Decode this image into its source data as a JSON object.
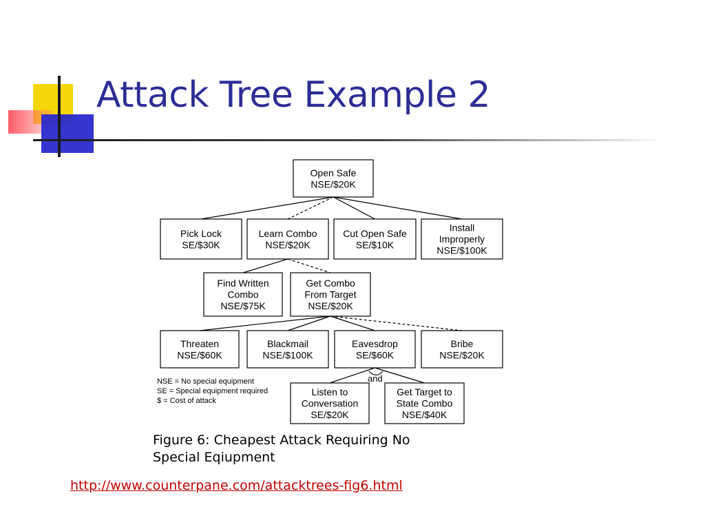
{
  "slide": {
    "title": "Attack Tree Example 2",
    "link_text": "http://www.counterpane.com/attacktrees-fig6.html"
  },
  "tree": {
    "nodes": {
      "open_safe": [
        "Open Safe",
        "NSE/$20K"
      ],
      "pick_lock": [
        "Pick Lock",
        "SE/$30K"
      ],
      "learn_combo": [
        "Learn Combo",
        "NSE/$20K"
      ],
      "cut_open_safe": [
        "Cut Open Safe",
        "SE/$10K"
      ],
      "install_improperly": [
        "Install",
        "Improperly",
        "NSE/$100K"
      ],
      "find_written_combo": [
        "Find Written",
        "Combo",
        "NSE/$75K"
      ],
      "get_combo_from_target": [
        "Get Combo",
        "From Target",
        "NSE/$20K"
      ],
      "threaten": [
        "Threaten",
        "NSE/$60K"
      ],
      "blackmail": [
        "Blackmail",
        "NSE/$100K"
      ],
      "eavesdrop": [
        "Eavesdrop",
        "SE/$60K"
      ],
      "bribe": [
        "Bribe",
        "NSE/$20K"
      ],
      "listen_to_conversation": [
        "Listen to",
        "Conversation",
        "SE/$20K"
      ],
      "get_target_to_state_combo": [
        "Get Target to",
        "State Combo",
        "NSE/$40K"
      ]
    },
    "and_label": "and",
    "legend": [
      "NSE = No special equipment",
      "SE = Special equipment required",
      "$ = Cost of attack"
    ],
    "caption": [
      "Figure 6: Cheapest Attack Requiring No",
      "Special Eqiupment"
    ]
  },
  "colors": {
    "title": "#2d2d96",
    "link": "#c00000",
    "accent_yellow": "#f5d60a",
    "accent_blue": "#2a2acc",
    "accent_red": "#ff5c66"
  }
}
